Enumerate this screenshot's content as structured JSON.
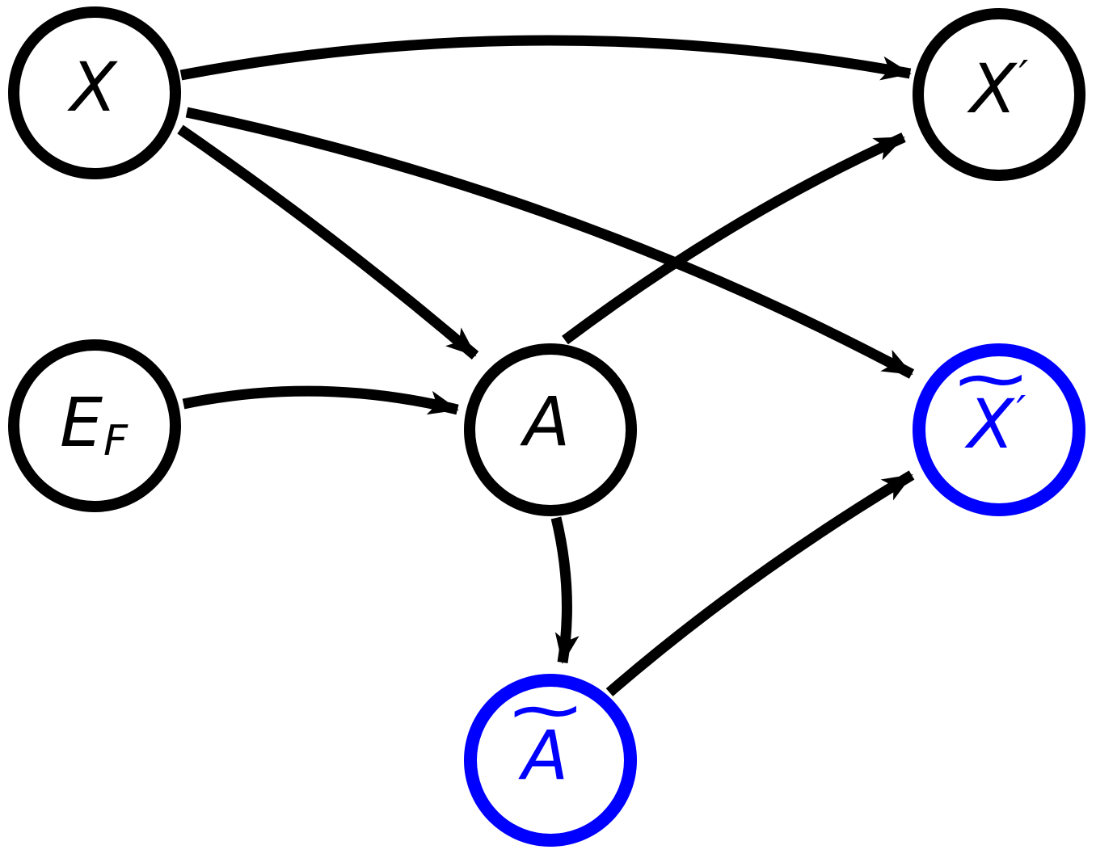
{
  "graph": {
    "kind": "directed-causal-graph",
    "colors": {
      "default": "#000000",
      "highlight": "#0000ff",
      "background": "#ffffff",
      "edge": "#000000"
    },
    "nodes": [
      {
        "id": "X",
        "label": "X",
        "sub": "",
        "prime": "",
        "tilde": "",
        "color": "#000000"
      },
      {
        "id": "X_prime",
        "label": "X",
        "sub": "",
        "prime": "′",
        "tilde": "",
        "color": "#000000"
      },
      {
        "id": "E_F",
        "label": "E",
        "sub": "F",
        "prime": "",
        "tilde": "",
        "color": "#000000"
      },
      {
        "id": "A",
        "label": "A",
        "sub": "",
        "prime": "",
        "tilde": "",
        "color": "#000000"
      },
      {
        "id": "X_tilde_prime",
        "label": "X",
        "sub": "",
        "prime": "′",
        "tilde": "~",
        "color": "#0000ff"
      },
      {
        "id": "A_tilde",
        "label": "A",
        "sub": "",
        "prime": "",
        "tilde": "~",
        "color": "#0000ff"
      }
    ],
    "edges": [
      {
        "from": "X",
        "to": "X_prime",
        "color": "#000000"
      },
      {
        "from": "X",
        "to": "A",
        "color": "#000000"
      },
      {
        "from": "X",
        "to": "X_tilde_prime",
        "color": "#000000"
      },
      {
        "from": "E_F",
        "to": "A",
        "color": "#000000"
      },
      {
        "from": "A",
        "to": "X_prime",
        "color": "#000000"
      },
      {
        "from": "A",
        "to": "A_tilde",
        "color": "#000000"
      },
      {
        "from": "A_tilde",
        "to": "X_tilde_prime",
        "color": "#000000"
      }
    ]
  }
}
